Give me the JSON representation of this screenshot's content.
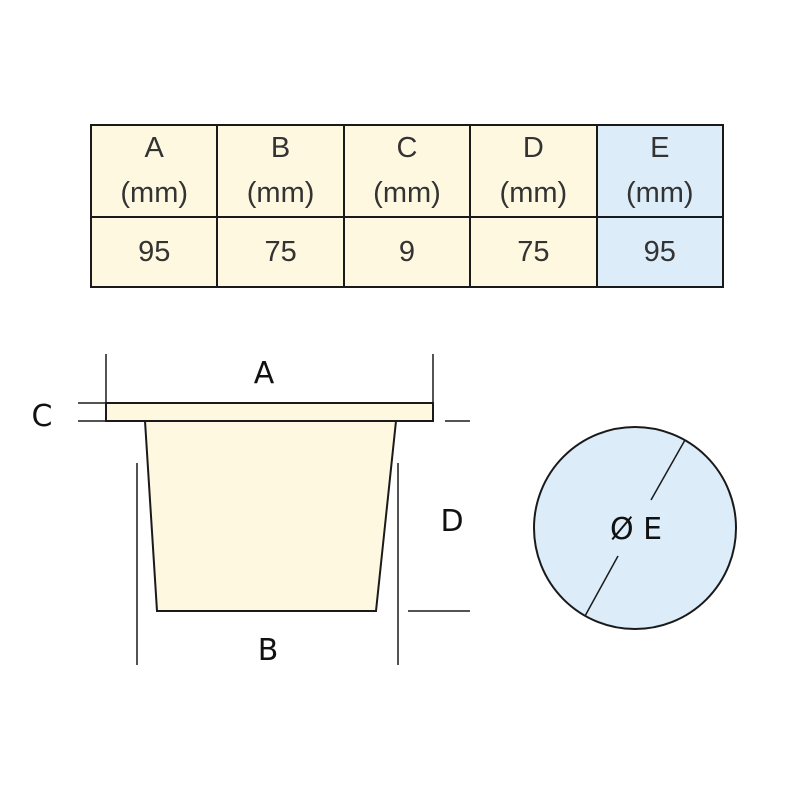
{
  "table": {
    "columns": [
      {
        "letter": "A",
        "unit": "(mm)",
        "value": "95"
      },
      {
        "letter": "B",
        "unit": "(mm)",
        "value": "75"
      },
      {
        "letter": "C",
        "unit": "(mm)",
        "value": "9"
      },
      {
        "letter": "D",
        "unit": "(mm)",
        "value": "75"
      },
      {
        "letter": "E",
        "unit": "(mm)",
        "value": "95"
      }
    ]
  },
  "drawing": {
    "label_a": "A",
    "label_b": "B",
    "label_c": "C",
    "label_d": "D",
    "label_e": "Ø E"
  },
  "colors": {
    "body_fill": "#fdf8df",
    "circle_fill": "#dcedf9",
    "outline": "#1a1a1a"
  }
}
